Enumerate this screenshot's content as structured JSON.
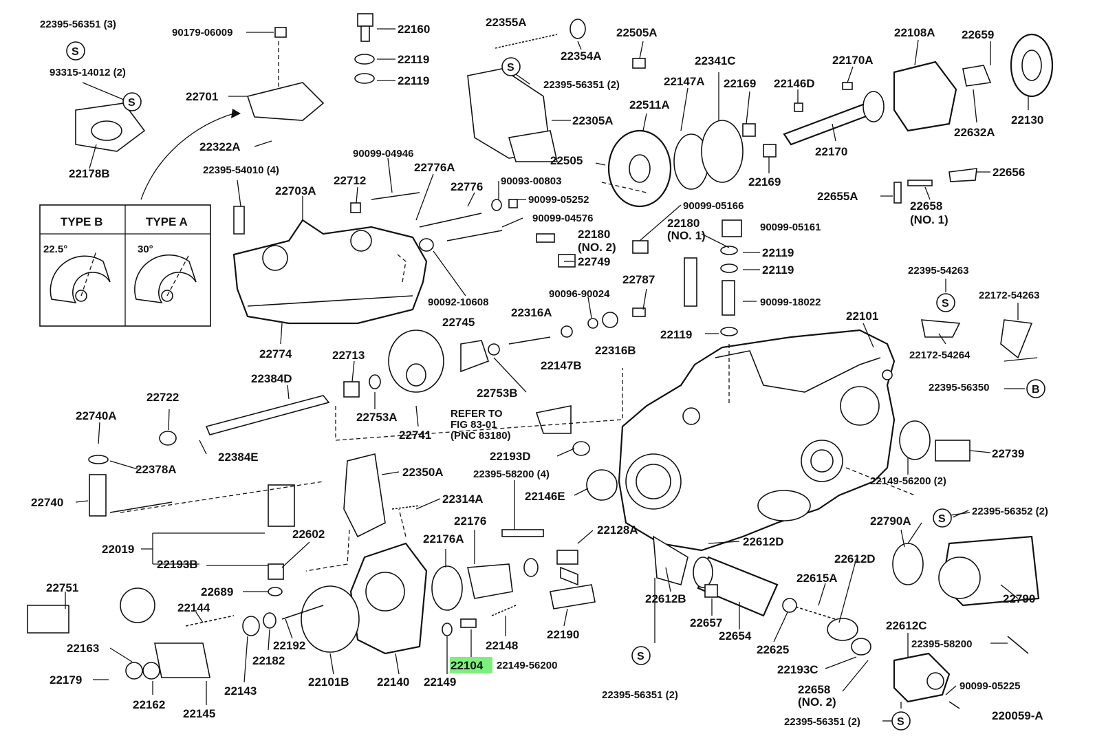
{
  "diagram": {
    "figure_code": "220059-A",
    "highlighted_part": "22104",
    "highlight_color": "#7cf07c",
    "line_color": "#111111",
    "type_box": {
      "type_b_label": "TYPE B",
      "type_a_label": "TYPE A",
      "type_b_angle": "22.5°",
      "type_a_angle": "30°"
    },
    "refer_note": [
      "REFER TO",
      "FIG 83-01",
      "(PNC 83180)"
    ],
    "symbol_s": "S",
    "symbol_b": "B",
    "labels": [
      "22395-56351 (3)",
      "93315-14012 (2)",
      "22178B",
      "90179-06009",
      "22701",
      "22322A",
      "22160",
      "22119",
      "22119",
      "22355A",
      "22354A",
      "22395-56351 (2)",
      "22305A",
      "22505A",
      "22147A",
      "22511A",
      "22341C",
      "22169",
      "22146D",
      "22505",
      "22169",
      "22170A",
      "22108A",
      "22659",
      "22130",
      "22632A",
      "22170",
      "22656",
      "22655A",
      "22658",
      "(NO. 1)",
      "90099-04946",
      "22776A",
      "22712",
      "22776",
      "90093-00803",
      "90099-05252",
      "90099-04576",
      "22180",
      "(NO. 2)",
      "22749",
      "90099-05166",
      "22180",
      "(NO. 1)",
      "90099-05161",
      "22119",
      "22119",
      "90099-18022",
      "22787",
      "90096-90024",
      "22395-54010 (4)",
      "22703A",
      "90092-10608",
      "22774",
      "22745",
      "22316A",
      "22147B",
      "22316B",
      "22119",
      "22101",
      "22395-54263",
      "22172-54263",
      "22172-54264",
      "22395-56350",
      "22713",
      "22384D",
      "22753B",
      "22753A",
      "22741",
      "22722",
      "22740A",
      "22384E",
      "22378A",
      "22740",
      "22193D",
      "22350A",
      "22395-58200 (4)",
      "22146E",
      "22739",
      "22149-56200 (2)",
      "22314A",
      "22019",
      "22602",
      "22193B",
      "22176",
      "22176A",
      "22128A",
      "22612D",
      "22790A",
      "22395-56352 (2)",
      "22689",
      "22751",
      "22144",
      "22612B",
      "22657",
      "22654",
      "22612D",
      "22615A",
      "22790",
      "22190",
      "22163",
      "22192",
      "22101B",
      "22140",
      "22149",
      "22148",
      "22149-56200",
      "22625",
      "22612C",
      "22395-58200",
      "22179",
      "22162",
      "22145",
      "22143",
      "22182",
      "22193C",
      "22658",
      "(NO. 2)",
      "22395-56351 (2)",
      "22395-56351 (2)",
      "90099-05225",
      "22104"
    ]
  }
}
